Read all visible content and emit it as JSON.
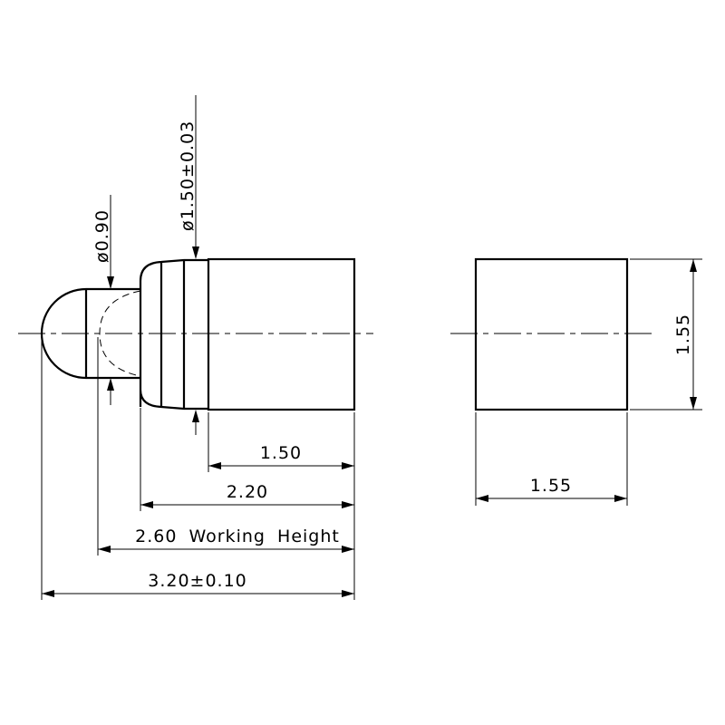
{
  "dimensions": {
    "tip_diameter": "ø0.90",
    "body_diameter": "ø1.50±0.03",
    "body_length": "1.50",
    "flange_to_end": "2.20",
    "working_height": "2.60 Working Height",
    "total_length": "3.20±0.10",
    "end_view_height": "1.55",
    "end_view_width": "1.55"
  }
}
